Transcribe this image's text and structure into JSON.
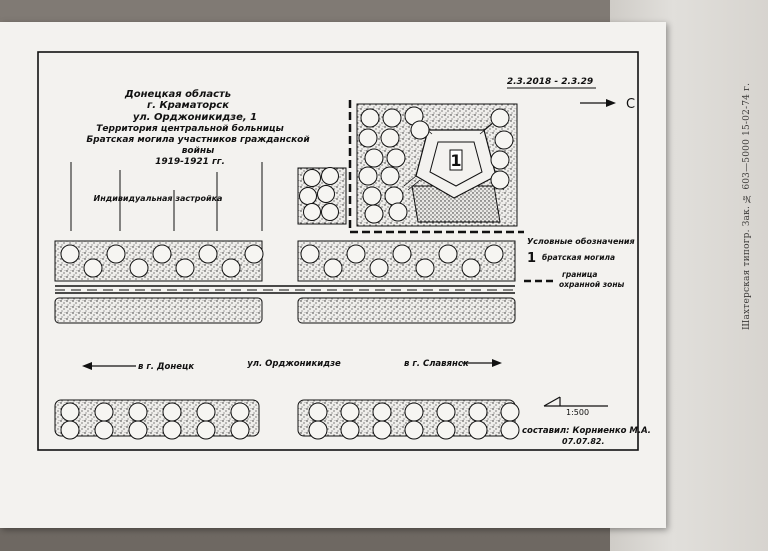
{
  "title_block": {
    "region": "Донецкая область",
    "city": "г. Краматорск",
    "address": "ул. Орджоникидзе, 1",
    "line1": "Территория центральной больницы",
    "line2": "Братская могила участников гражданской",
    "line3": "войны",
    "years": "1919-1921 гг."
  },
  "dates_note": "2.3.2018 - 2.3.29",
  "north_label": "С",
  "building_note": "Индивидуальная застройка",
  "grave_number": "1",
  "legend": {
    "title": "Условные обозначения",
    "grave_mark": "1",
    "grave_text": "братская могила",
    "border_text_1": "граница",
    "border_text_2": "охранной зоны"
  },
  "street_labels": {
    "left": "в г. Донецк",
    "center": "ул. Орджоникидзе",
    "right": "в г. Славянск"
  },
  "scale_label": "1:500",
  "author": "составил: Корниенко М.А.",
  "author_date": "07.07.82.",
  "side_print": "Шахтерская типогр. Зак. № 603—5000 15-02-74 г."
}
